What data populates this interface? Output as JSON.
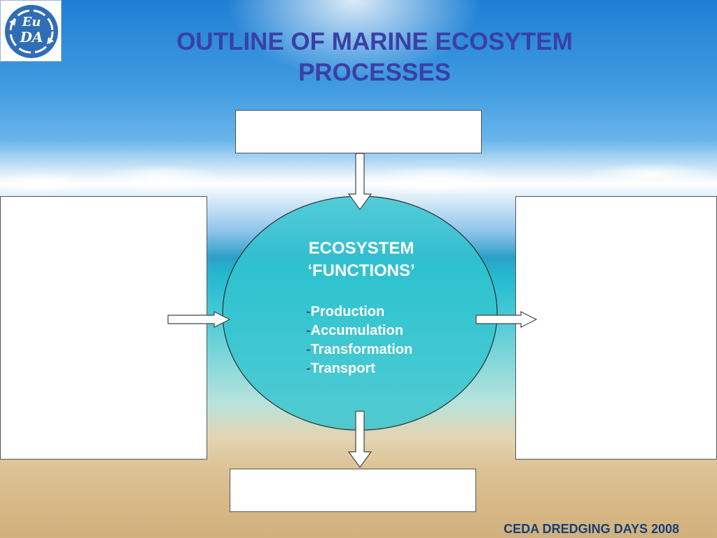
{
  "logo": {
    "line1": "Eu",
    "line2": "DA"
  },
  "title": {
    "line1": "OUTLINE OF MARINE ECOSYTEM",
    "line2": "PROCESSES"
  },
  "ecosystem": {
    "heading_line1": "ECOSYSTEM",
    "heading_line2": "‘FUNCTIONS’",
    "functions": [
      {
        "dash": "-",
        "label": "Production"
      },
      {
        "dash": "-",
        "label": "Accumulation"
      },
      {
        "dash": "-",
        "label": "Transformation"
      },
      {
        "dash": "-",
        "label": "Transport"
      }
    ]
  },
  "footer": "CEDA DREDGING DAYS 2008",
  "colors": {
    "title": "#3a3fa6",
    "ellipse_fill": "#33c4cf",
    "footer": "#163f7a",
    "logo_blue": "#2f6eb5"
  }
}
